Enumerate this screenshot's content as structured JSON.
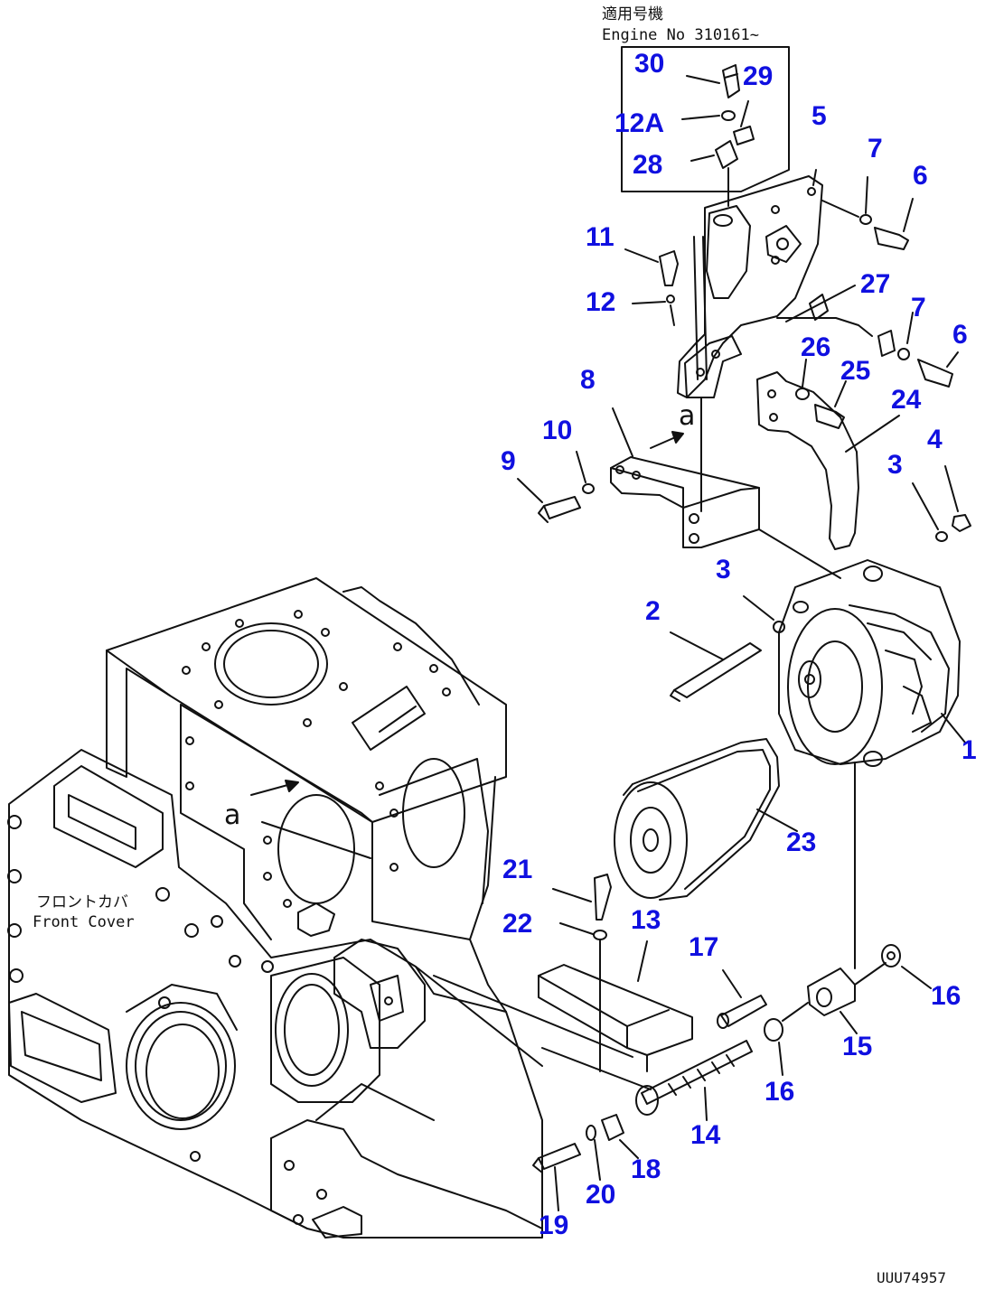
{
  "header_note": {
    "line1": "適用号機",
    "line2": "Engine No 310161~"
  },
  "labels": {
    "front_cover_jp": "フロントカバ",
    "front_cover_en": "Front Cover",
    "ref_a": "a",
    "drawing_no": "UUU74957"
  },
  "callouts": {
    "c30": "30",
    "c29": "29",
    "c12A": "12A",
    "c28": "28",
    "c5": "5",
    "c7a": "7",
    "c6a": "6",
    "c11": "11",
    "c12": "12",
    "c27": "27",
    "c7b": "7",
    "c6b": "6",
    "c26": "26",
    "c25": "25",
    "c24": "24",
    "c8": "8",
    "c10": "10",
    "c9": "9",
    "c3a": "3",
    "c4": "4",
    "c3b": "3",
    "c2": "2",
    "c1": "1",
    "c23": "23",
    "c21": "21",
    "c22": "22",
    "c13": "13",
    "c17": "17",
    "c16a": "16",
    "c15": "15",
    "c16b": "16",
    "c14": "14",
    "c18": "18",
    "c20": "20",
    "c19": "19"
  }
}
